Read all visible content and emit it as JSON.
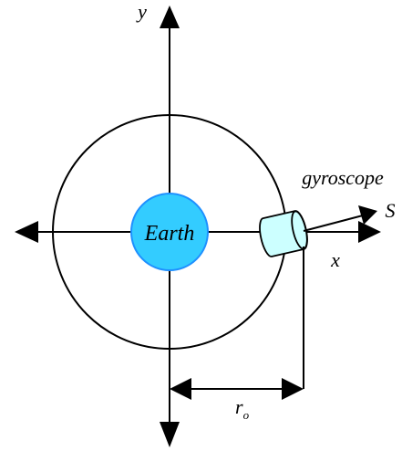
{
  "labels": {
    "y_axis": "y",
    "x_axis": "x",
    "earth": "Earth",
    "gyroscope": "gyroscope",
    "spin_vector": "S",
    "radius_main": "r",
    "radius_sub": "o"
  },
  "colors": {
    "earth_fill": "#33CCFF",
    "earth_stroke": "#1E90FF",
    "gyroscope_fill": "#CCFFFF",
    "line": "#000000",
    "background": "#FFFFFF"
  }
}
